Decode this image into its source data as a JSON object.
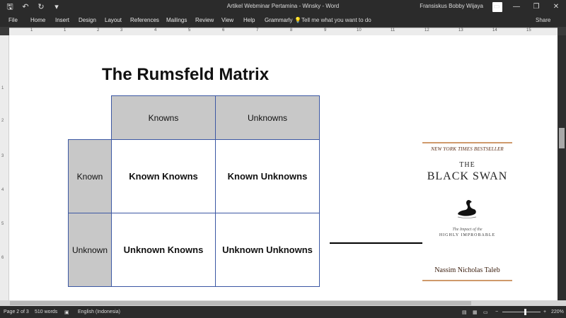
{
  "window": {
    "title": "Artikel Webminar Pertamina - Winsky - Word",
    "user": "Fransiskus Bobby Wijaya",
    "controls": [
      "▭",
      "—",
      "❐",
      "✕"
    ]
  },
  "ribbon": {
    "tabs": [
      "File",
      "Home",
      "Insert",
      "Design",
      "Layout",
      "References",
      "Mailings",
      "Review",
      "View",
      "Help",
      "Grammarly"
    ],
    "tell_me": "Tell me what you want to do",
    "share": "Share"
  },
  "ruler": {
    "numbers": [
      "1",
      "1",
      "2",
      "3",
      "4",
      "5",
      "6",
      "7",
      "8",
      "9",
      "10",
      "11",
      "12",
      "13",
      "14",
      "15"
    ]
  },
  "document": {
    "heading": "The Rumsfeld Matrix",
    "matrix": {
      "col_headers": [
        "Knowns",
        "Unknowns"
      ],
      "row_headers": [
        "Known",
        "Unknown"
      ],
      "cells": [
        [
          "Known Knowns",
          "Known Unknowns"
        ],
        [
          "Unknown Knowns",
          "Unknown Unknowns"
        ]
      ]
    },
    "book": {
      "tagline": "NEW YORK TIMES BESTSELLER",
      "the": "THE",
      "title": "BLACK SWAN",
      "subtitle": "The Impact of the",
      "subtitle2": "HIGHLY IMPROBABLE",
      "author": "Nassim Nicholas Taleb"
    }
  },
  "status": {
    "page": "Page 2 of 3",
    "words": "510 words",
    "language": "English (Indonesia)",
    "zoom": "220%"
  }
}
